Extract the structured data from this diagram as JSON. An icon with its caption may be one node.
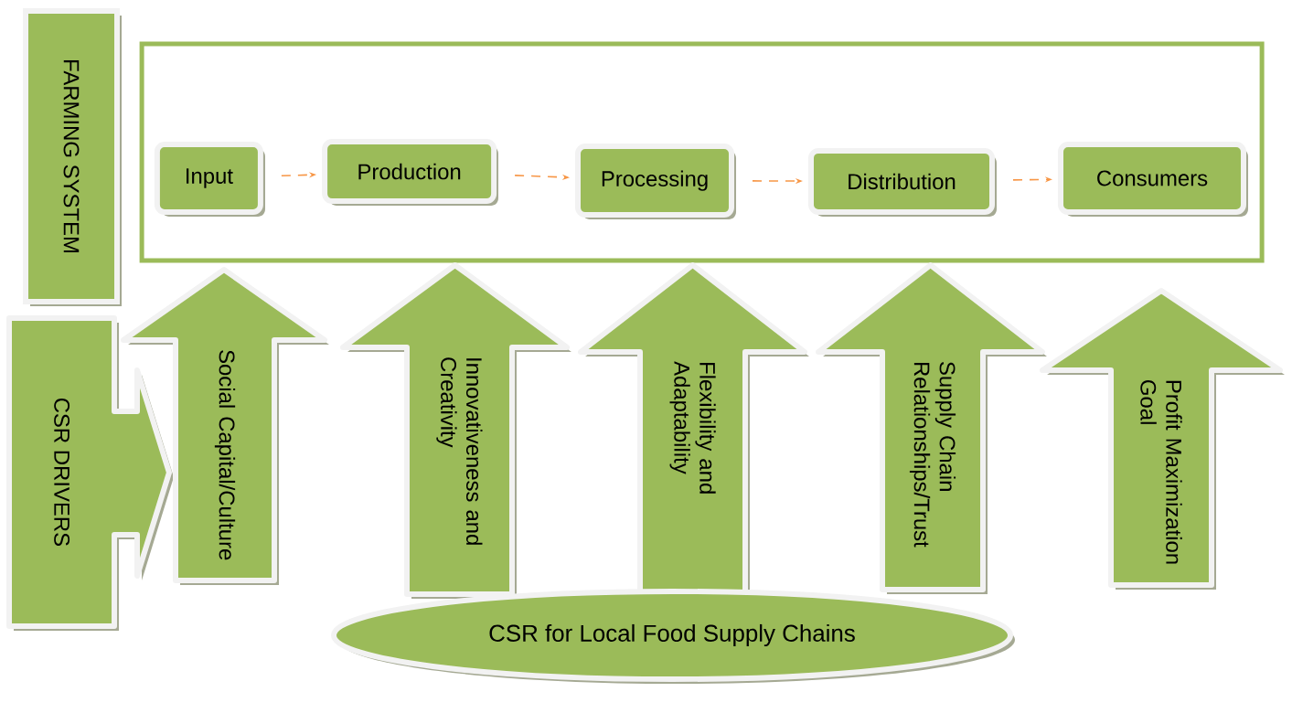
{
  "diagram": {
    "nodes": [
      {
        "text": [
          "FARMING SYSTEM"
        ]
      },
      {
        "text": [],
        "shape": "box"
      },
      {
        "text": [
          "Input"
        ],
        "in": 1
      },
      {
        "text": [
          "Production"
        ],
        "in": 1
      },
      {
        "text": [
          "Processing"
        ],
        "in": 1
      },
      {
        "text": [
          "Distribution"
        ],
        "in": 1
      },
      {
        "text": [
          "Consumers"
        ],
        "in": 1
      },
      {
        "text": [
          "CSR DRIVERS"
        ]
      },
      {
        "text": [
          "Social Capital/Culture"
        ]
      },
      {
        "text": [
          "Innovativeness and Creativity"
        ]
      },
      {
        "text": [
          "Flexibility and Adaptability"
        ]
      },
      {
        "text": [
          "Supply Chain Relationships/Trust"
        ]
      },
      {
        "text": [
          "Profit Maximization Goal"
        ]
      },
      {
        "text": [
          "CSR for Local Food Supply Chains"
        ]
      }
    ],
    "edges": [
      {
        "from": 2,
        "to": 3,
        "arrow": "to",
        "style": "dashed",
        "color": "#f79646"
      },
      {
        "from": 3,
        "to": 4,
        "arrow": "to",
        "style": "dashed",
        "color": "#f79646"
      },
      {
        "from": 4,
        "to": 5,
        "arrow": "to",
        "style": "dashed",
        "color": "#f79646"
      },
      {
        "from": 5,
        "to": 6,
        "arrow": "to",
        "style": "dashed",
        "color": "#f79646"
      }
    ]
  }
}
